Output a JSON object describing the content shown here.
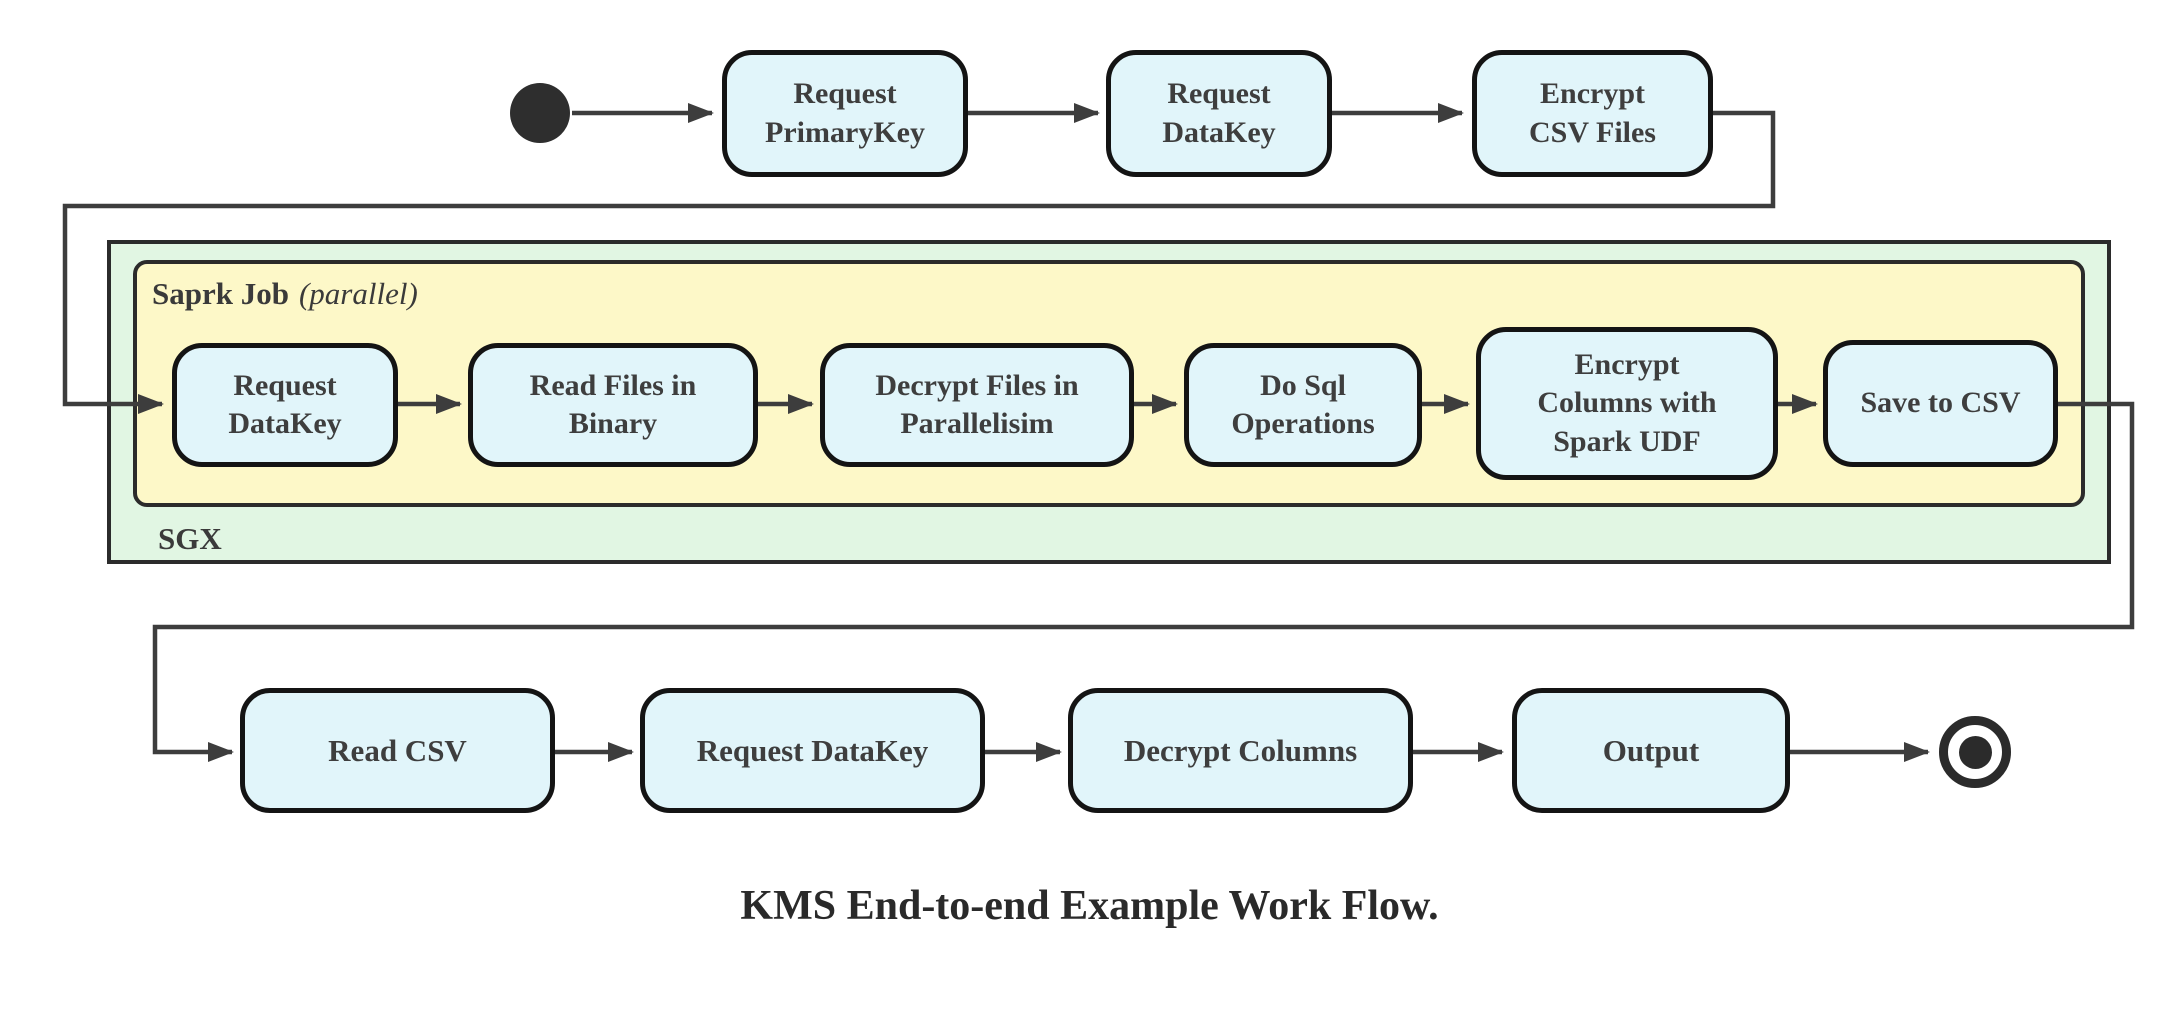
{
  "diagram": {
    "caption": "KMS End-to-end Example Work Flow.",
    "containers": {
      "sgx": {
        "label": "SGX"
      },
      "spark": {
        "title": "Saprk Job",
        "qualifier": "(parallel)"
      }
    },
    "top_row": {
      "nodes": [
        {
          "id": "request-primarykey",
          "label": [
            "Request",
            "PrimaryKey"
          ]
        },
        {
          "id": "request-datakey",
          "label": [
            "Request",
            "DataKey"
          ]
        },
        {
          "id": "encrypt-csv-files",
          "label": [
            "Encrypt",
            "CSV Files"
          ]
        }
      ]
    },
    "spark_row": {
      "nodes": [
        {
          "id": "request-datakey-sgx",
          "label": [
            "Request",
            "DataKey"
          ]
        },
        {
          "id": "read-files-in-binary",
          "label": [
            "Read Files in",
            "Binary"
          ]
        },
        {
          "id": "decrypt-files-in-parallelisim",
          "label": [
            "Decrypt Files in",
            "Parallelisim"
          ]
        },
        {
          "id": "do-sql-operations",
          "label": [
            "Do Sql",
            "Operations"
          ]
        },
        {
          "id": "encrypt-columns-with-spark-udf",
          "label": [
            "Encrypt",
            "Columns with",
            "Spark UDF"
          ]
        },
        {
          "id": "save-to-csv",
          "label": [
            "Save to CSV"
          ]
        }
      ]
    },
    "bottom_row": {
      "nodes": [
        {
          "id": "read-csv",
          "label": [
            "Read CSV"
          ]
        },
        {
          "id": "request-datakey-client",
          "label": [
            "Request DataKey"
          ]
        },
        {
          "id": "decrypt-columns",
          "label": [
            "Decrypt Columns"
          ]
        },
        {
          "id": "output",
          "label": [
            "Output"
          ]
        }
      ]
    },
    "flow_order": {
      "top": [
        "start",
        "Request PrimaryKey",
        "Request DataKey",
        "Encrypt CSV Files"
      ],
      "sgx_spark": [
        "Request DataKey",
        "Read Files in Binary",
        "Decrypt Files in Parallelisim",
        "Do Sql Operations",
        "Encrypt Columns with Spark UDF",
        "Save to CSV"
      ],
      "bottom": [
        "Read CSV",
        "Request DataKey",
        "Decrypt Columns",
        "Output",
        "end"
      ]
    },
    "colors": {
      "node_fill": "#e1f5fa",
      "node_border": "#141414",
      "spark_container_fill": "#fdf8c8",
      "sgx_container_fill": "#e1f6e3",
      "container_border": "#2b2b2b",
      "connector": "#3d3d3d",
      "text": "#3e3e3e"
    }
  }
}
